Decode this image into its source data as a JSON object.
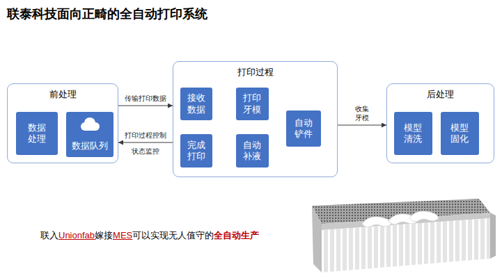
{
  "diagram": {
    "title": "联泰科技面向正畸的全自动打印系统",
    "nodes": [
      {
        "text": [
          "前处理"
        ]
      },
      {
        "text": [
          "数据处理"
        ],
        "in": 0
      },
      {
        "text": [
          "数据队列"
        ],
        "in": 0
      },
      {
        "text": [
          "打印过程"
        ]
      },
      {
        "text": [
          "接收数据"
        ],
        "in": 3
      },
      {
        "text": [
          "打印牙模"
        ],
        "in": 3
      },
      {
        "text": [
          "完成打印"
        ],
        "in": 3
      },
      {
        "text": [
          "自动补液"
        ],
        "in": 3
      },
      {
        "text": [
          "自动铲件"
        ],
        "in": 3
      },
      {
        "text": [
          "后处理"
        ]
      },
      {
        "text": [
          "模型清洗"
        ],
        "in": 9
      },
      {
        "text": [
          "模型固化"
        ],
        "in": 9
      }
    ],
    "edges": [
      {
        "from": 0,
        "to": 3,
        "arrow": "to",
        "label": "传输打印数据"
      },
      {
        "from": 3,
        "to": 0,
        "arrow": "to",
        "label": "打印过程控制"
      },
      {
        "from": 3,
        "to": 9,
        "arrow": "to",
        "label": "收集 牙模"
      }
    ],
    "labels": [
      "状态监控",
      "联入",
      "Unionfab",
      "嫁接",
      "MES",
      "可以实现无人值守的",
      "全自动生产"
    ]
  }
}
